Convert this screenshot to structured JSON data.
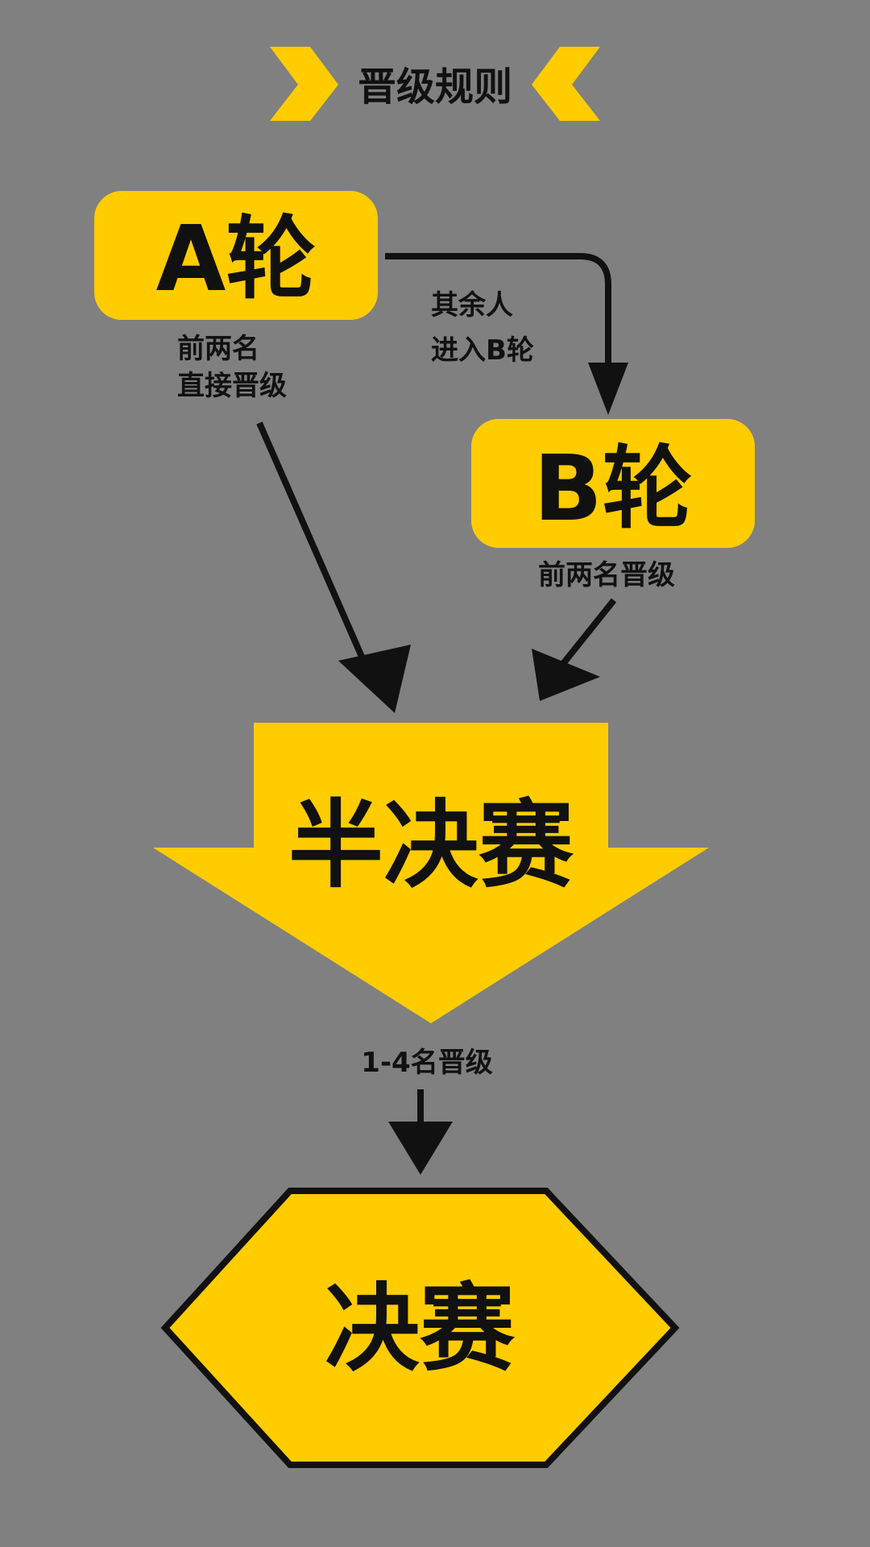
{
  "header": {
    "title": "晋级规则"
  },
  "nodes": {
    "round_a": {
      "label": "A轮"
    },
    "round_b": {
      "label": "B轮"
    },
    "semifinal": {
      "label": "半决赛"
    },
    "final": {
      "label": "决赛"
    }
  },
  "notes": {
    "a_direct": {
      "line1": "前两名",
      "line2": "直接晋级"
    },
    "a_to_b": {
      "line1": "其余人",
      "line2": "进入B轮"
    },
    "b_advance": "前两名晋级",
    "semi_advance": "1-4名晋级"
  },
  "colors": {
    "background": "#808080",
    "accent": "#FFCC00",
    "ink": "#111111"
  }
}
